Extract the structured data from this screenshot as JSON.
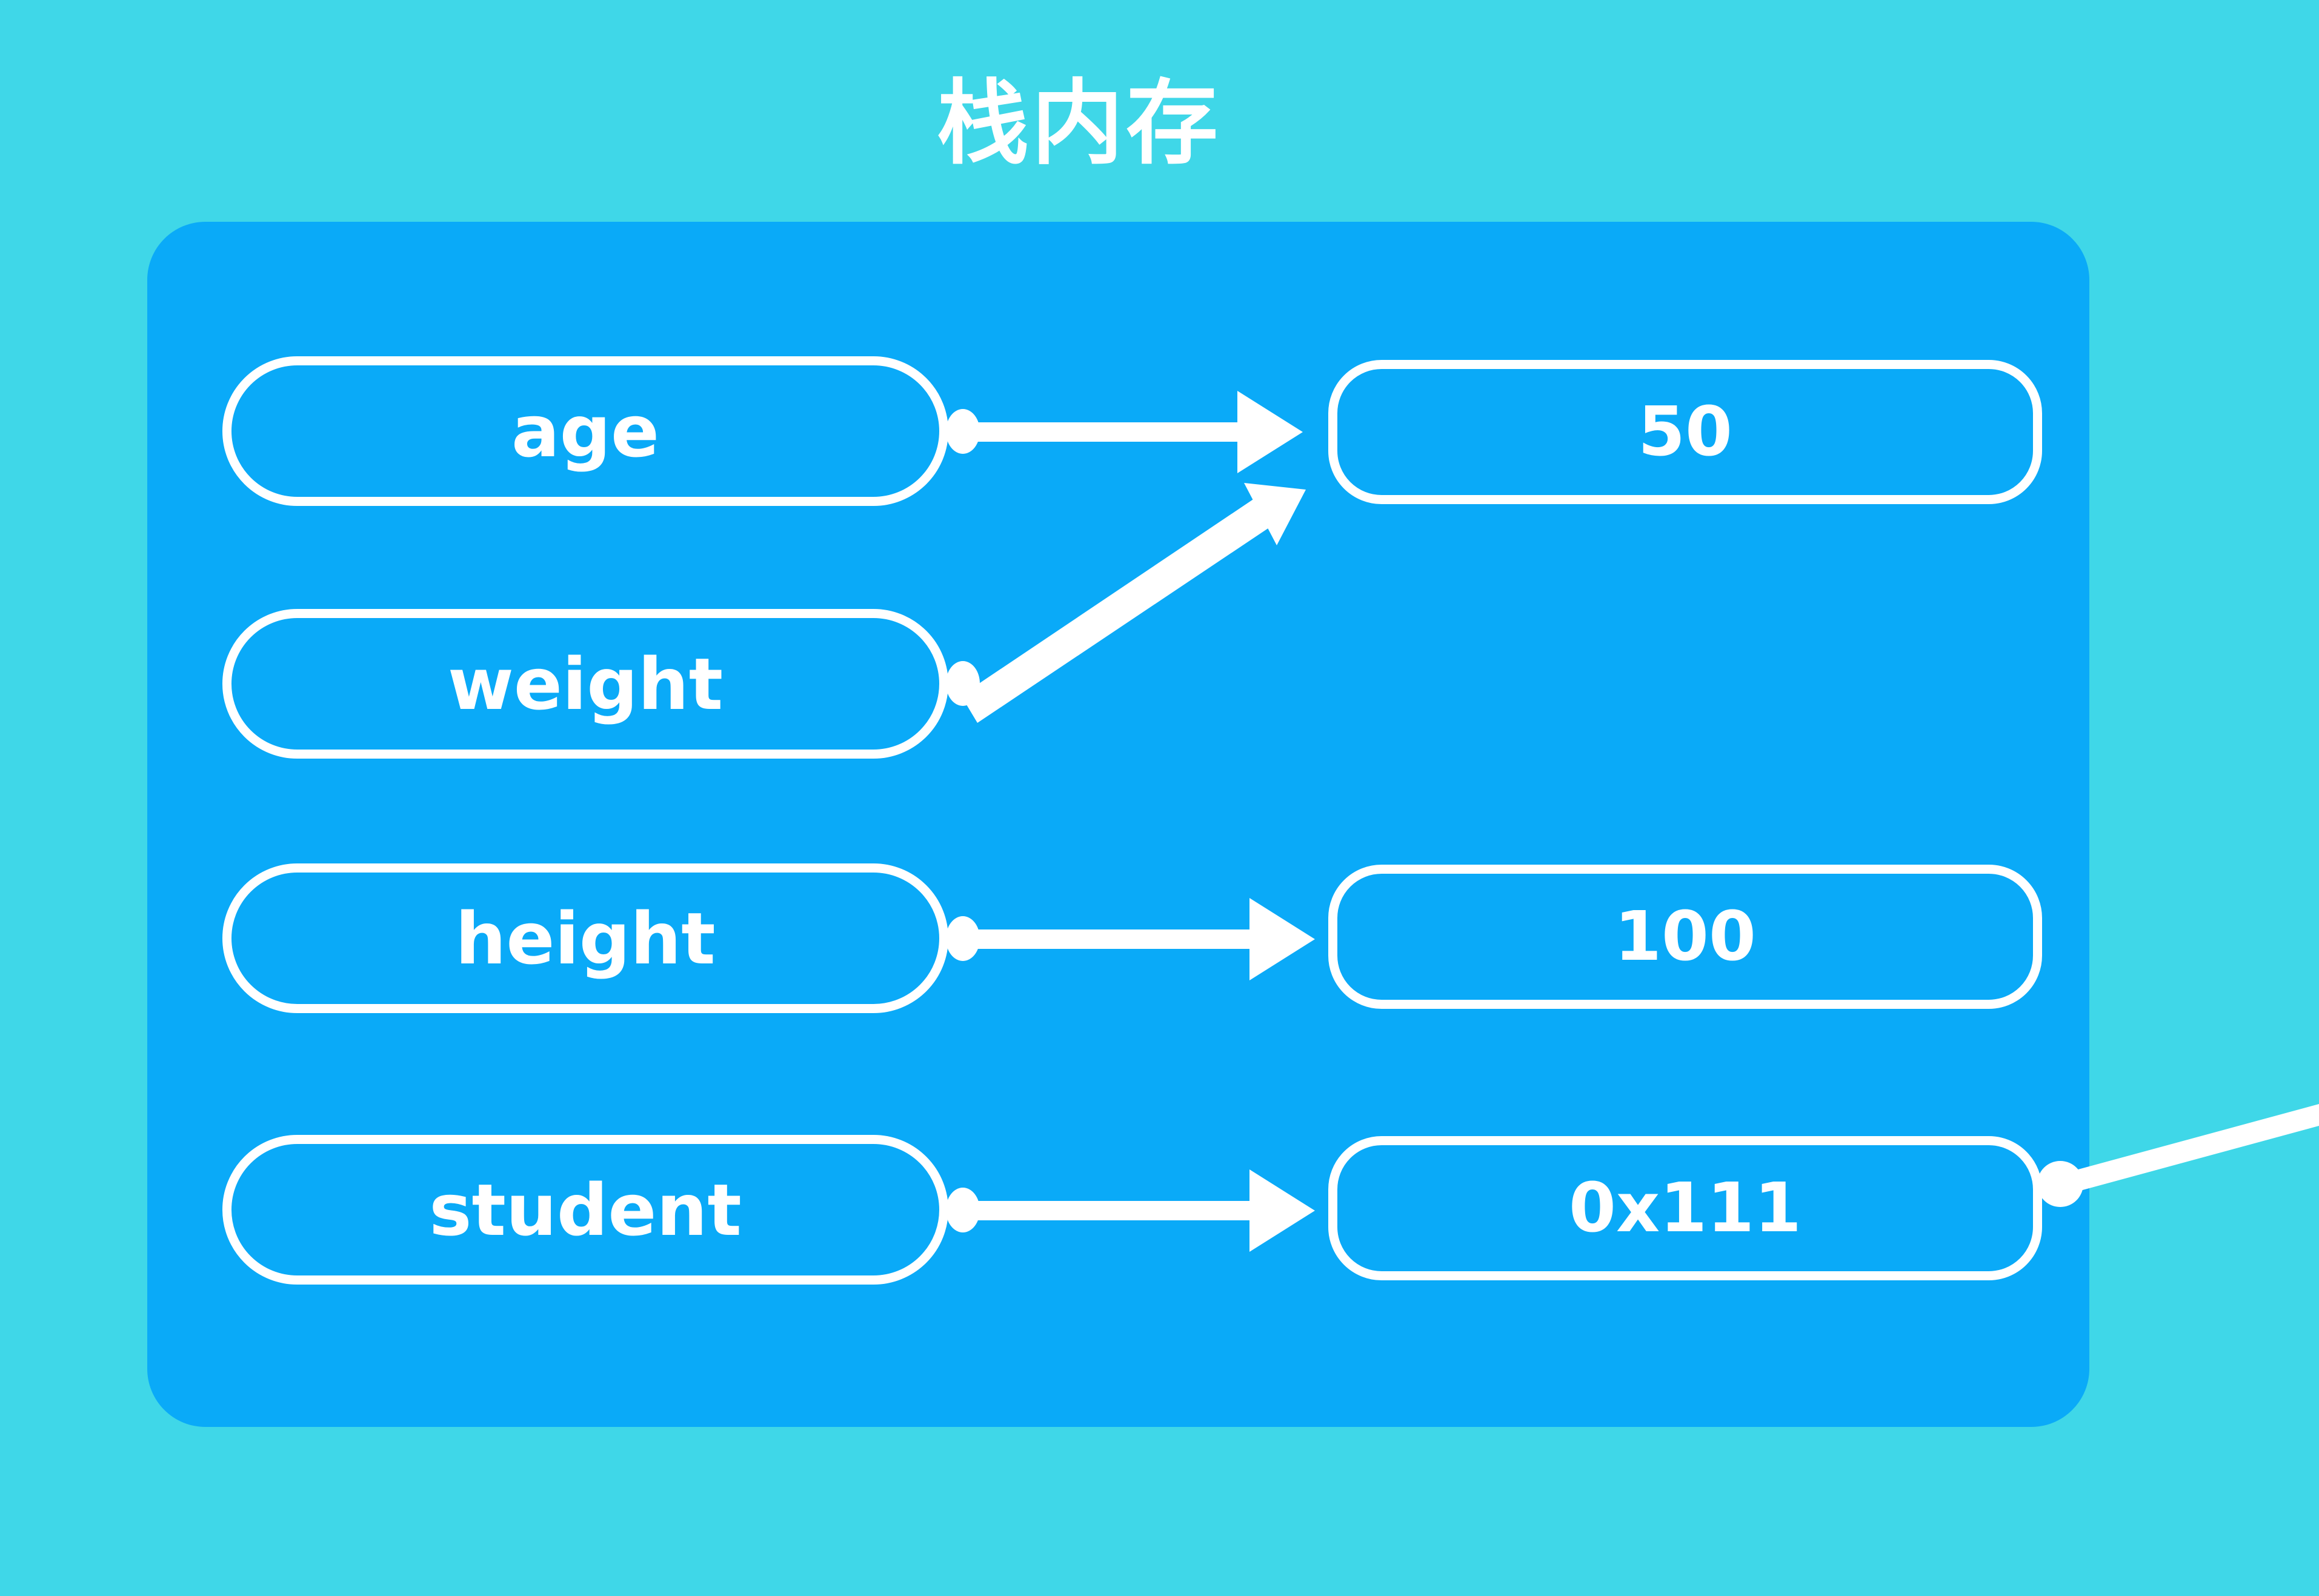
{
  "title": "栈内存",
  "colors": {
    "background": "#3fd7e8",
    "panel": "#0aaaf8",
    "stroke": "#ffffff",
    "text": "#ffffff"
  },
  "panel": {
    "label": "stack-memory-panel"
  },
  "variables": [
    {
      "name": "age",
      "value": "50"
    },
    {
      "name": "weight",
      "value": "50"
    },
    {
      "name": "height",
      "value": "100"
    },
    {
      "name": "student",
      "value": "0x111"
    }
  ],
  "variable_boxes": [
    {
      "label": "age"
    },
    {
      "label": "weight"
    },
    {
      "label": "height"
    },
    {
      "label": "student"
    }
  ],
  "value_boxes": [
    {
      "label": "50"
    },
    {
      "label": "100"
    },
    {
      "label": "0x111"
    }
  ],
  "connections": [
    {
      "from": "age",
      "to": "50",
      "style": "straight-arrow"
    },
    {
      "from": "weight",
      "to": "50",
      "style": "diagonal-arrow"
    },
    {
      "from": "height",
      "to": "100",
      "style": "straight-arrow"
    },
    {
      "from": "student",
      "to": "0x111",
      "style": "straight-arrow"
    },
    {
      "from": "0x111",
      "to": "heap-offscreen",
      "style": "line-offscreen"
    }
  ]
}
